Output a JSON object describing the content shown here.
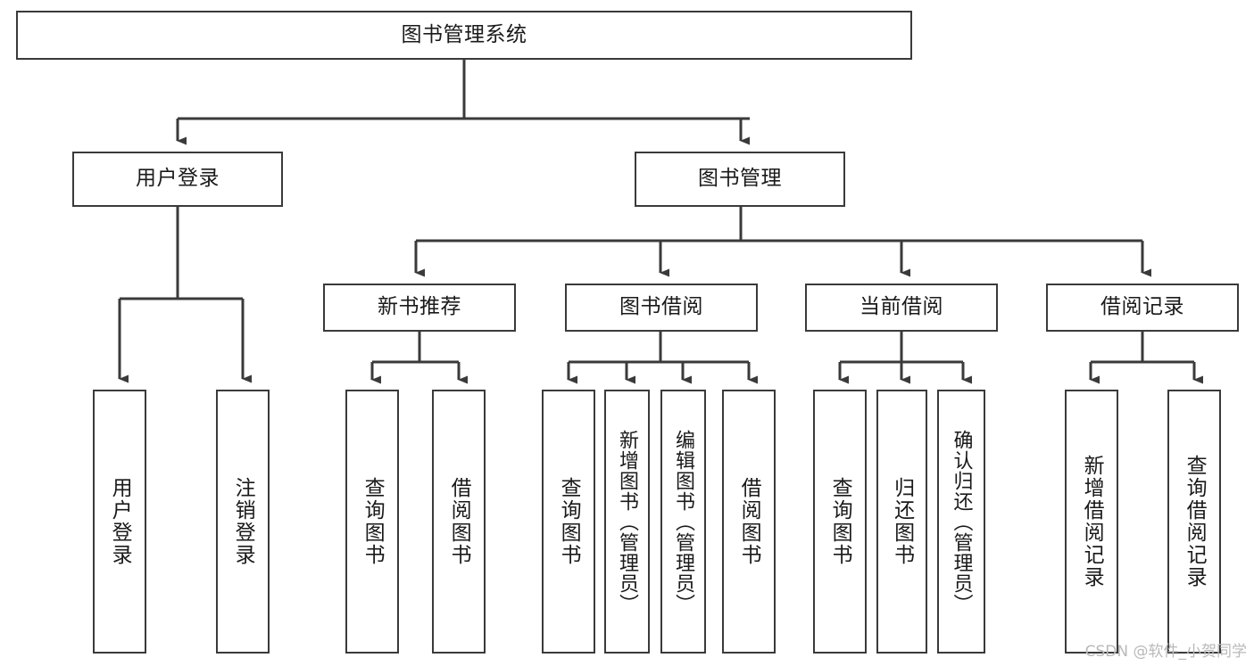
{
  "diagram": {
    "title": "图书管理系统",
    "type": "tree",
    "root": {
      "id": "root",
      "label": "图书管理系统"
    },
    "level2": [
      {
        "id": "user-login",
        "label": "用户登录"
      },
      {
        "id": "book-management",
        "label": "图书管理"
      }
    ],
    "level3": [
      {
        "id": "new-book-recommend",
        "label": "新书推荐"
      },
      {
        "id": "book-borrow",
        "label": "图书借阅"
      },
      {
        "id": "current-borrow",
        "label": "当前借阅"
      },
      {
        "id": "borrow-record",
        "label": "借阅记录"
      }
    ],
    "leaves": {
      "user_login": [
        {
          "id": "leaf-user-login",
          "label": "用户登录"
        },
        {
          "id": "leaf-logout-login",
          "label": "注销登录"
        }
      ],
      "new_book_recommend": [
        {
          "id": "leaf-query-book-1",
          "label": "查询图书"
        },
        {
          "id": "leaf-borrow-book-1",
          "label": "借阅图书"
        }
      ],
      "book_borrow": [
        {
          "id": "leaf-query-book-2",
          "label": "查询图书"
        },
        {
          "id": "leaf-add-book",
          "label": "新增图书（管理员）"
        },
        {
          "id": "leaf-edit-book",
          "label": "编辑图书（管理员）"
        },
        {
          "id": "leaf-borrow-book-2",
          "label": "借阅图书"
        }
      ],
      "current_borrow": [
        {
          "id": "leaf-query-book-3",
          "label": "查询图书"
        },
        {
          "id": "leaf-return-book",
          "label": "归还图书"
        },
        {
          "id": "leaf-confirm-return",
          "label": "确认归还（管理员）"
        }
      ],
      "borrow_record": [
        {
          "id": "leaf-add-record",
          "label": "新增借阅记录"
        },
        {
          "id": "leaf-query-record",
          "label": "查询借阅记录"
        }
      ]
    }
  },
  "watermark": {
    "text": "CSDN @软件_小贺同学"
  },
  "colors": {
    "stroke": "#3a3a3a",
    "background": "#ffffff",
    "text": "#1a1a1a",
    "watermark": "#b9b9b9"
  }
}
